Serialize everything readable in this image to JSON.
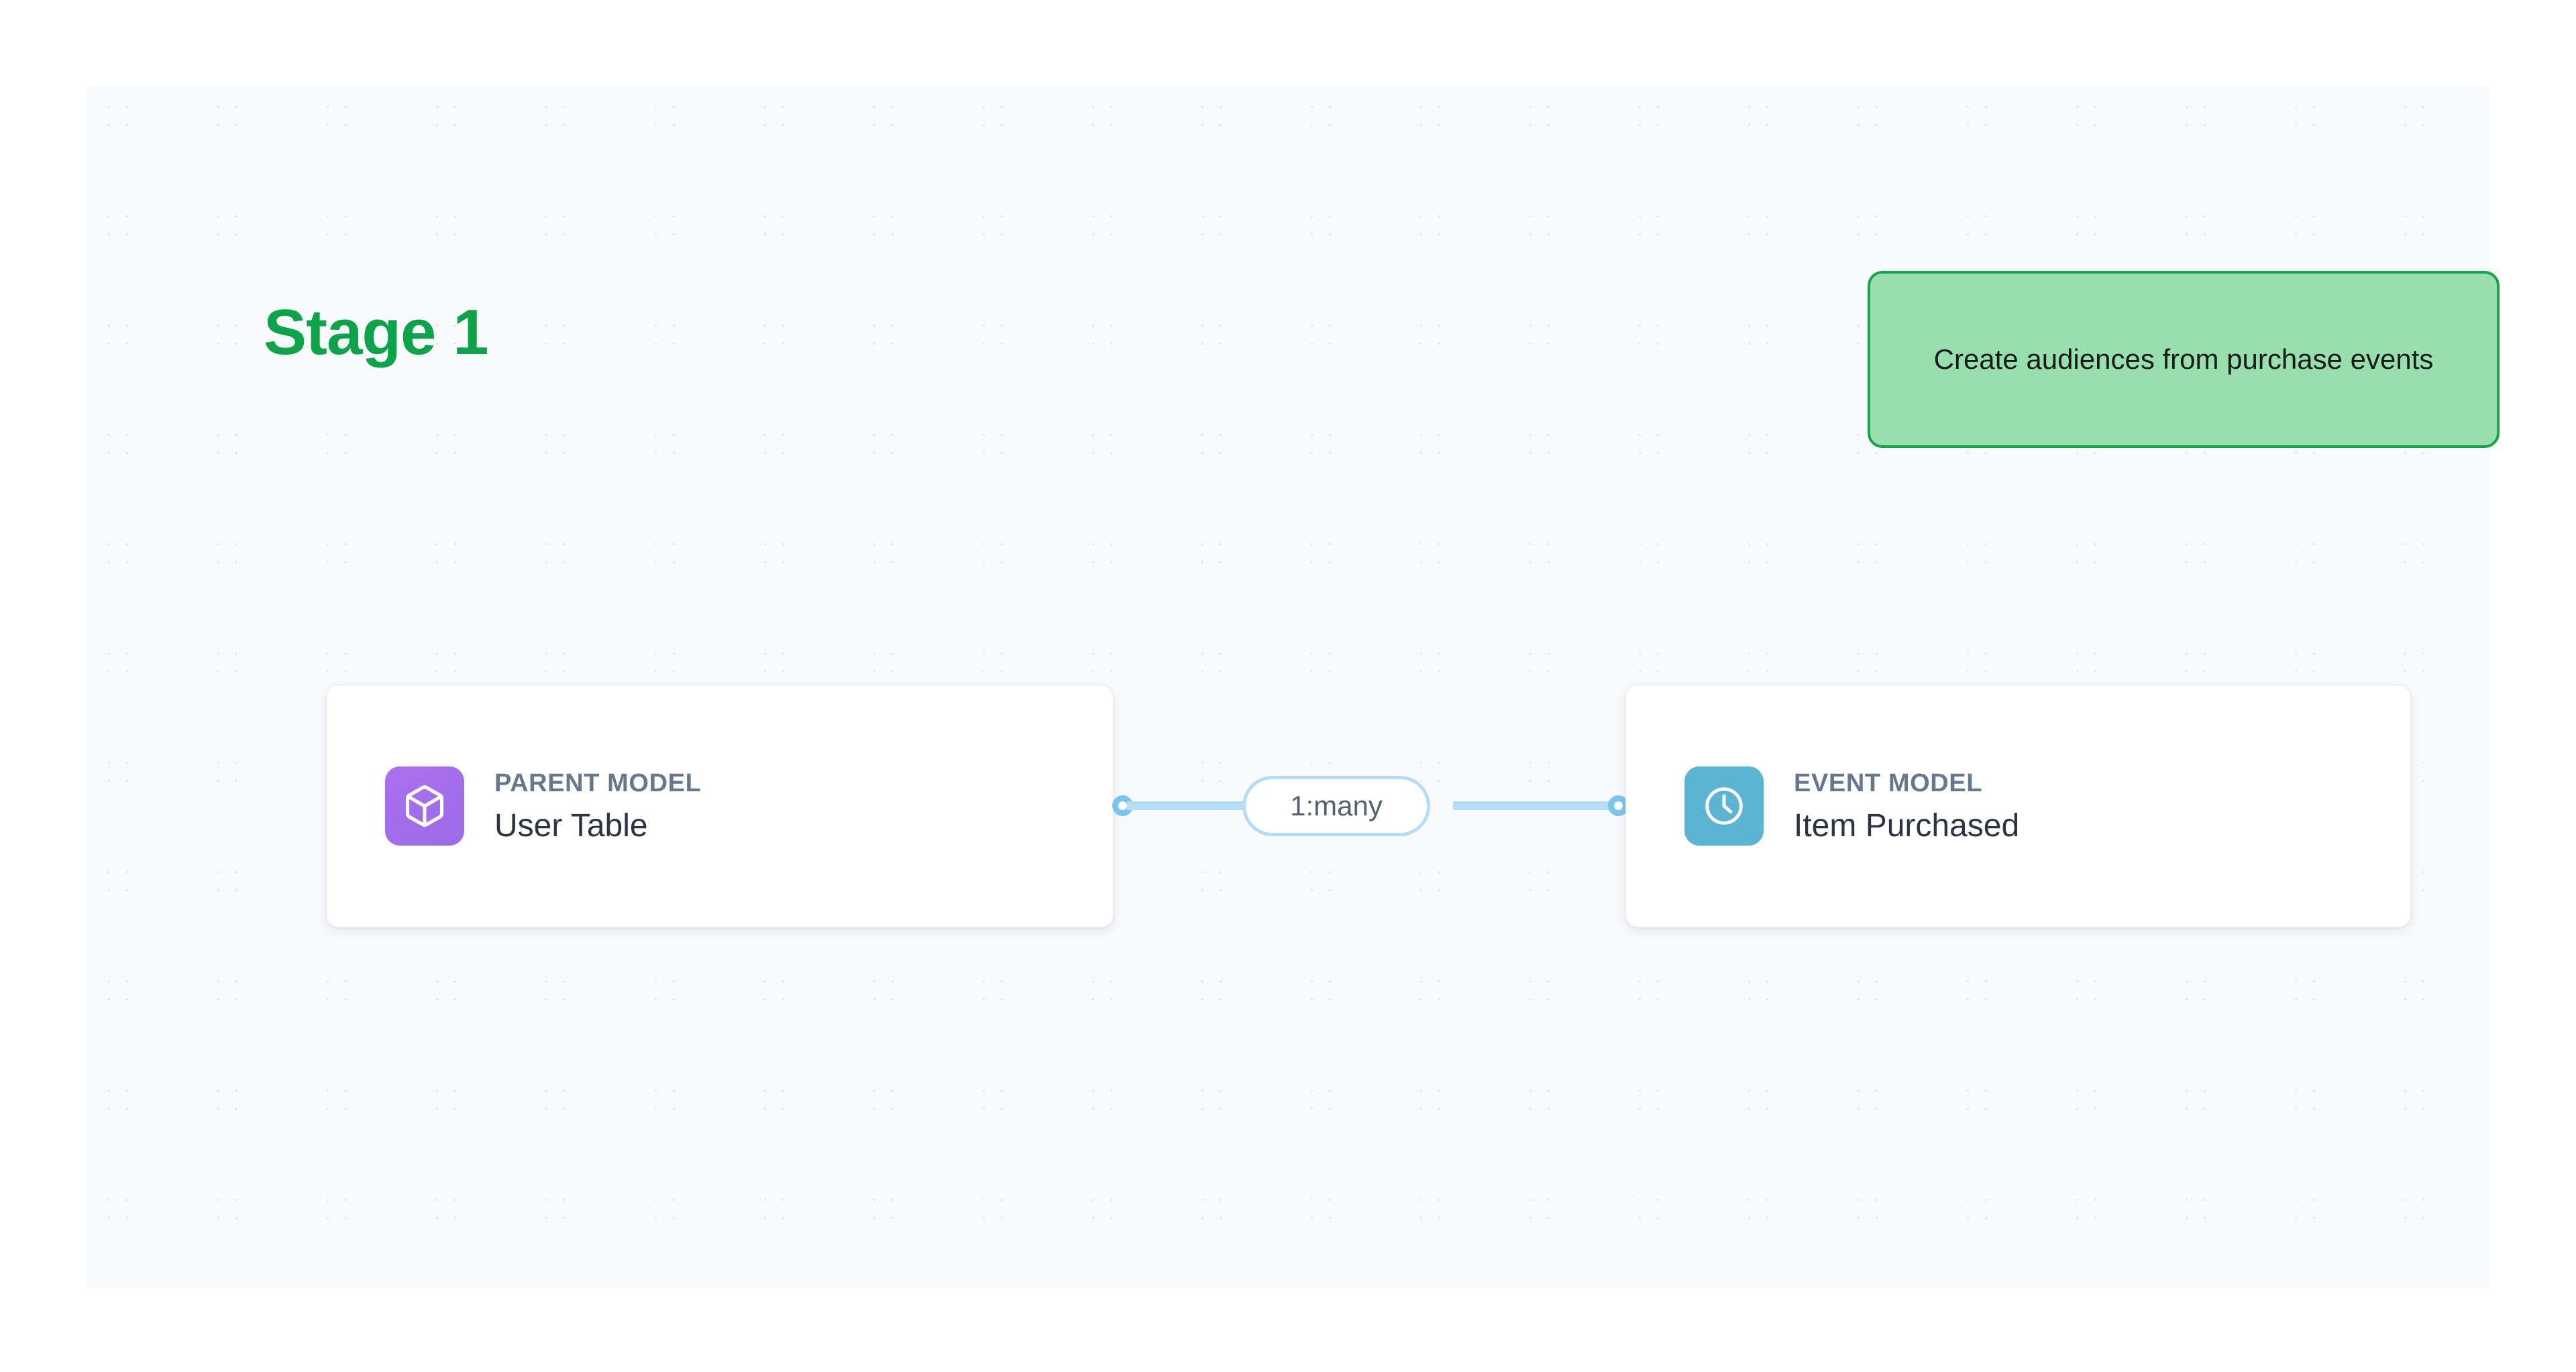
{
  "stage": {
    "title": "Stage 1",
    "color": "#0ea34a"
  },
  "callout": {
    "text": "Create audiences from purchase events",
    "fill": "#97e0ae",
    "border": "#16a34a"
  },
  "nodes": [
    {
      "kicker": "PARENT MODEL",
      "title": "User Table",
      "icon": "cube-icon",
      "icon_color": "#a970ee"
    },
    {
      "kicker": "EVENT MODEL",
      "title": "Item Purchased",
      "icon": "clock-icon",
      "icon_color": "#5bb4d2"
    }
  ],
  "edge": {
    "label": "1:many",
    "line_color": "#b6ddf7",
    "endpoint_color": "#7dc4ec"
  },
  "canvas": {
    "background": "#f8fafc",
    "dot_color": "#e2e5ea"
  }
}
